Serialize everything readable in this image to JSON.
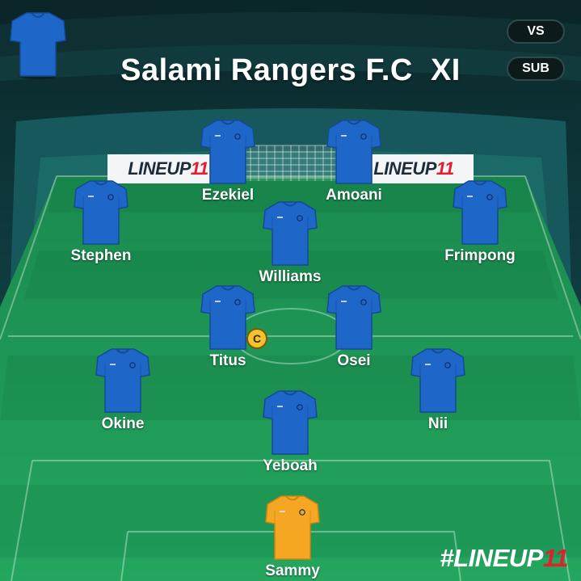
{
  "title": "Salami Rangers F.C  XI",
  "buttons": {
    "vs_label": "VS",
    "sub_label": "SUB"
  },
  "sponsor": {
    "part1": "LINEUP",
    "part2": "11"
  },
  "hashtag": {
    "part1": "#LINEUP",
    "part2": "11"
  },
  "captain_badge": "C",
  "colors": {
    "kit_blue": "#1f66c9",
    "keeper_kit": "#f5a623",
    "pitch": "#1f9a55",
    "stands": "#0f3a3c",
    "accent_red": "#e0202a"
  },
  "players": [
    {
      "name": "Ezekiel",
      "role": "forward",
      "kit": "blue-kit-icon"
    },
    {
      "name": "Amoani",
      "role": "forward",
      "kit": "blue-kit-icon"
    },
    {
      "name": "Stephen",
      "role": "midfielder",
      "kit": "blue-kit-icon"
    },
    {
      "name": "Frimpong",
      "role": "midfielder",
      "kit": "blue-kit-icon"
    },
    {
      "name": "Williams",
      "role": "midfielder",
      "kit": "blue-kit-icon"
    },
    {
      "name": "Titus",
      "role": "midfielder",
      "captain": true,
      "kit": "blue-kit-icon"
    },
    {
      "name": "Osei",
      "role": "midfielder",
      "kit": "blue-kit-icon"
    },
    {
      "name": "Okine",
      "role": "defender",
      "kit": "blue-kit-icon"
    },
    {
      "name": "Nii",
      "role": "defender",
      "kit": "blue-kit-icon"
    },
    {
      "name": "Yeboah",
      "role": "defender",
      "kit": "blue-kit-icon"
    },
    {
      "name": "Sammy",
      "role": "goalkeeper",
      "kit": "yellow-kit-icon"
    }
  ]
}
